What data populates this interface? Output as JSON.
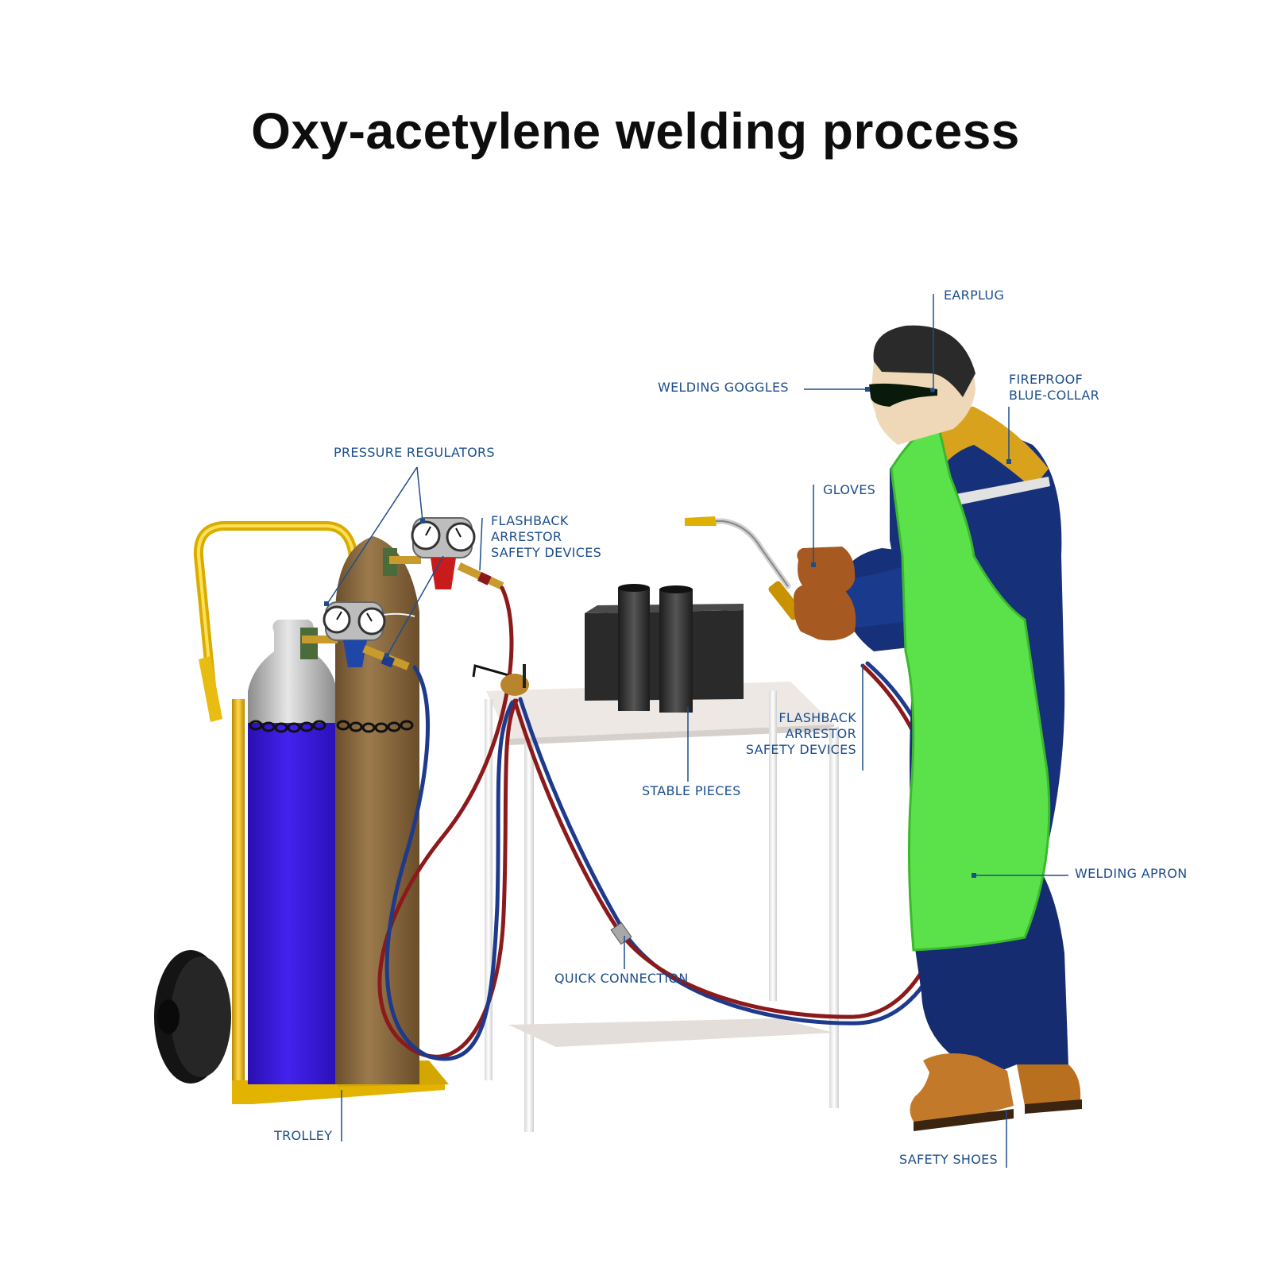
{
  "title": "Oxy-acetylene welding process",
  "labels": {
    "earplug": "EARPLUG",
    "welding_goggles": "WELDING GOGGLES",
    "fireproof_blue_collar": "FIREPROOF\nBLUE-COLLAR",
    "pressure_regulators": "PRESSURE REGULATORS",
    "gloves": "GLOVES",
    "flashback_arrestor_top": "FLASHBACK\nARRESTOR\nSAFETY DEVICES",
    "flashback_arrestor_torch": "FLASHBACK\nARRESTOR\nSAFETY DEVICES",
    "stable_pieces": "STABLE PIECES",
    "welding_apron": "WELDING APRON",
    "quick_connection": "QUICK CONNECTION",
    "trolley": "TROLLEY",
    "safety_shoes": "SAFETY SHOES"
  },
  "colors": {
    "label_text": "#1d4e8c",
    "leader_line": "#1d4e8c",
    "oxygen_cylinder": "#3a18d8",
    "acetylene_cylinder": "#8a6a3e",
    "trolley_frame": "#e0b400",
    "oxygen_hose": "#1e3a8c",
    "acetylene_hose": "#8c1a1a",
    "apron": "#5be24a",
    "coverall": "#17307a",
    "collar": "#d9a21c",
    "gloves": "#a65a22",
    "shoes": "#c27a2a"
  }
}
